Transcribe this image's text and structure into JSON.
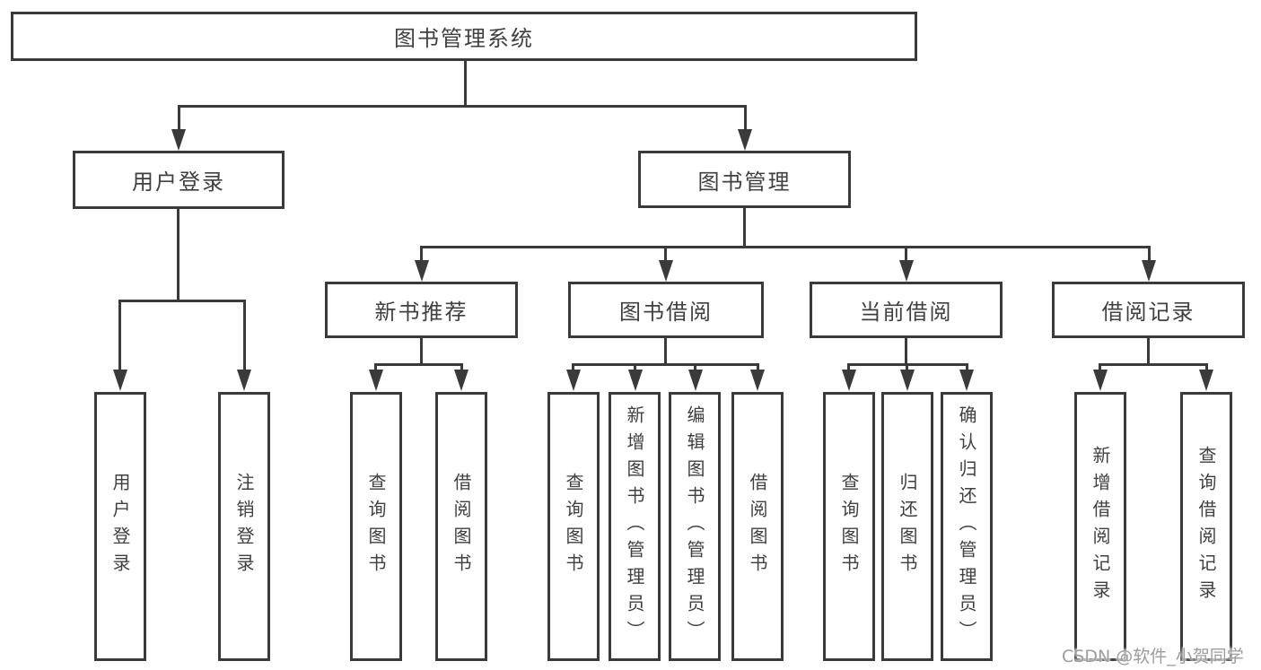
{
  "nodes": {
    "root": "图书管理系统",
    "user_login": "用户登录",
    "book_mgmt": "图书管理",
    "new_books": "新书推荐",
    "borrow": "图书借阅",
    "current": "当前借阅",
    "records": "借阅记录"
  },
  "leaves": {
    "user_login_1": "用户登录",
    "user_login_2": "注销登录",
    "new_books_1": "查询图书",
    "new_books_2": "借阅图书",
    "borrow_1": "查询图书",
    "borrow_2": "新增图书（管理员）",
    "borrow_3": "编辑图书（管理员）",
    "borrow_4": "借阅图书",
    "current_1": "查询图书",
    "current_2": "归还图书",
    "current_3": "确认归还（管理员）",
    "records_1": "新增借阅记录",
    "records_2": "查询借阅记录"
  },
  "watermark": "CSDN @软件_小贺同学",
  "colors": {
    "line": "#3a3a3a",
    "text": "#404040",
    "watermark": "#9c9c9c",
    "background": "#ffffff"
  }
}
